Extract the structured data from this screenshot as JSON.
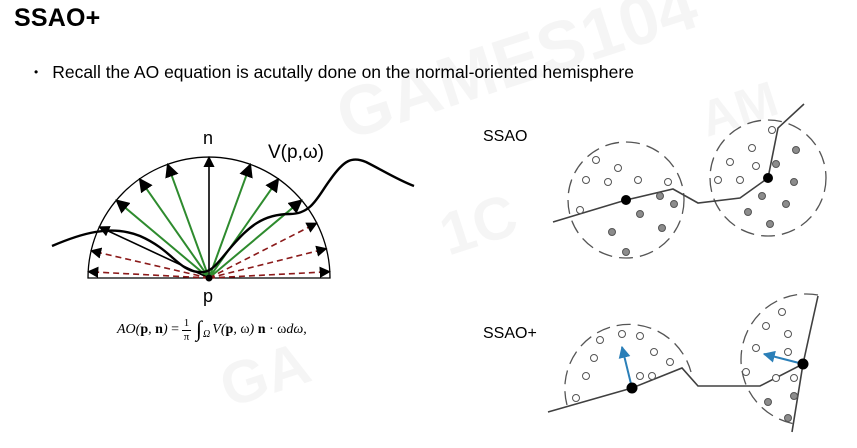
{
  "slide": {
    "title": "SSAO+",
    "bullet": "Recall the AO equation is acutally done on the normal-oriented hemisphere"
  },
  "left_figure": {
    "normal_label": "n",
    "visibility_label": "V(p,ω)",
    "point_label": "p",
    "colors": {
      "visible_ray": "#2e8b2e",
      "occluded_ray": "#8b1a1a",
      "outline": "#000000"
    }
  },
  "formula": {
    "lhs_func": "AO",
    "p": "p",
    "n": "n",
    "equals": "=",
    "frac_num": "1",
    "frac_den": "π",
    "integral": "∫",
    "domain": "Ω",
    "integrand_func": "V",
    "omega": "ω",
    "dot": "·",
    "d_omega": "dω",
    "trailing": ","
  },
  "right_figure": {
    "ssao_label": "SSAO",
    "ssao_plus_label": "SSAO+",
    "colors": {
      "sample_occluded": "#8c8c8c",
      "sample_free": "#ffffff",
      "normal_arrow": "#2b7fb8",
      "surface": "#404040"
    }
  }
}
